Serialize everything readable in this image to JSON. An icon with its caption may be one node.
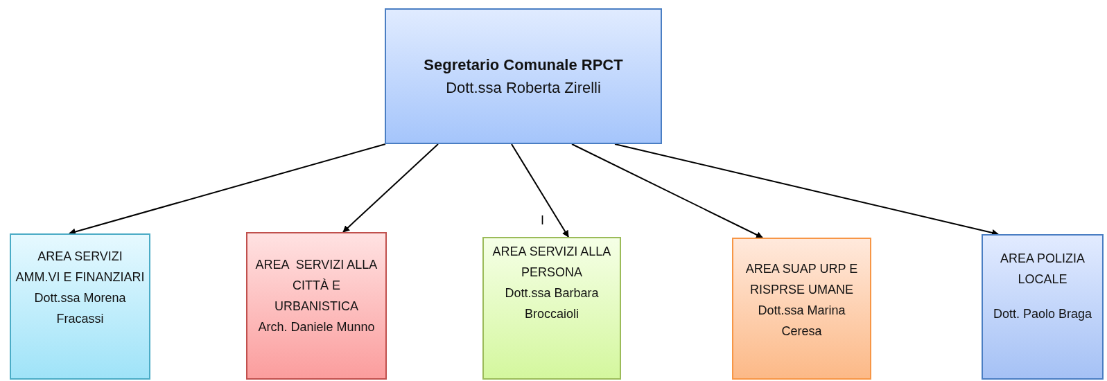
{
  "diagram": {
    "nodes": [
      {
        "text": [
          "Segretario Comunale RPCT",
          "Dott.ssa Roberta Zirelli"
        ]
      },
      {
        "text": [
          "AREA SERVIZI AMM.VI E FINANZIARI",
          "Dott.ssa Morena Fracassi"
        ]
      },
      {
        "text": [
          "AREA  SERVIZI ALLA CITTÀ E URBANISTICA",
          "Arch. Daniele Munno"
        ]
      },
      {
        "text": [
          "AREA SERVIZI ALLA PERSONA",
          "Dott.ssa Barbara Broccaioli"
        ]
      },
      {
        "text": [
          "AREA SUAP URP E RISPRSE UMANE",
          "Dott.ssa Marina Ceresa"
        ]
      },
      {
        "text": [
          "AREA POLIZIA LOCALE",
          "Dott. Paolo Braga"
        ]
      }
    ],
    "edges": [
      {
        "from": 0,
        "to": 1,
        "arrow": "to"
      },
      {
        "from": 0,
        "to": 2,
        "arrow": "to"
      },
      {
        "from": 0,
        "to": 3,
        "arrow": "to"
      },
      {
        "from": 0,
        "to": 4,
        "arrow": "to"
      },
      {
        "from": 0,
        "to": 5,
        "arrow": "to"
      }
    ],
    "labels": [
      "I"
    ]
  }
}
